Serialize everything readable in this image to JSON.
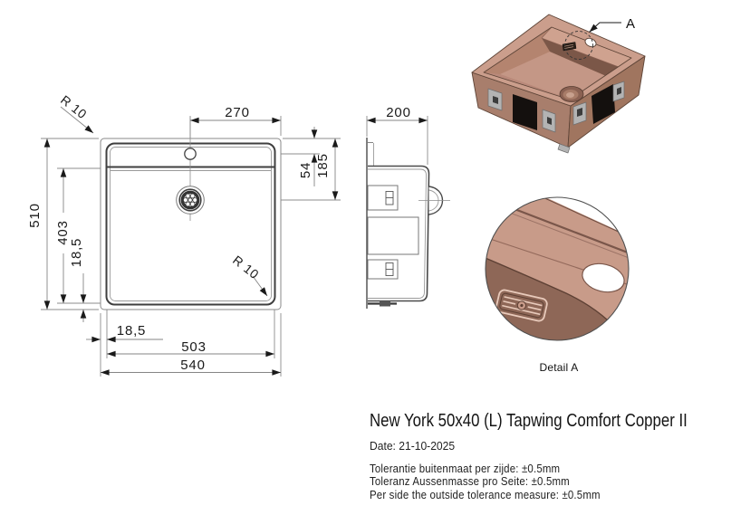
{
  "title": "New York 50x40 (L) Tapwing Comfort Copper II",
  "date": "Date: 21-10-2025",
  "tolerances": {
    "nl": "Tolerantie buitenmaat per zijde: ±0.5mm",
    "de": "Toleranz Aussenmasse pro Seite: ±0.5mm",
    "en": "Per side the outside tolerance measure: ±0.5mm"
  },
  "plan_view": {
    "dim_tap_center_to_edge": "270",
    "dim_tap_from_top": "54",
    "dim_drain_from_top": "185",
    "dim_outer_height": "510",
    "dim_bowl_height": "403",
    "dim_bowl_bottom_inset": "18,5",
    "dim_bowl_side_inset": "18,5",
    "dim_bowl_width": "503",
    "dim_outer_width": "540",
    "corner_radius_outer": "R 10",
    "corner_radius_bowl": "R 10"
  },
  "side_view": {
    "dim_depth": "200"
  },
  "detail_view": {
    "callout_label": "A",
    "caption": "Detail A"
  },
  "colors": {
    "copper_rim": "#cb9e8c",
    "copper_deck": "#cfa28f",
    "copper_floor": "#c49786",
    "copper_wall_left": "#a87e6c",
    "copper_wall_right": "#a0755f",
    "copper_interior_dark": "#7b5748",
    "copper_detail_wall": "#8e6757",
    "pad_black": "#14100e",
    "clip_gray": "#b3b3b3",
    "drawing_line": "#3f3f3f",
    "dimension_line": "#858585",
    "text": "#1a1a1a"
  }
}
